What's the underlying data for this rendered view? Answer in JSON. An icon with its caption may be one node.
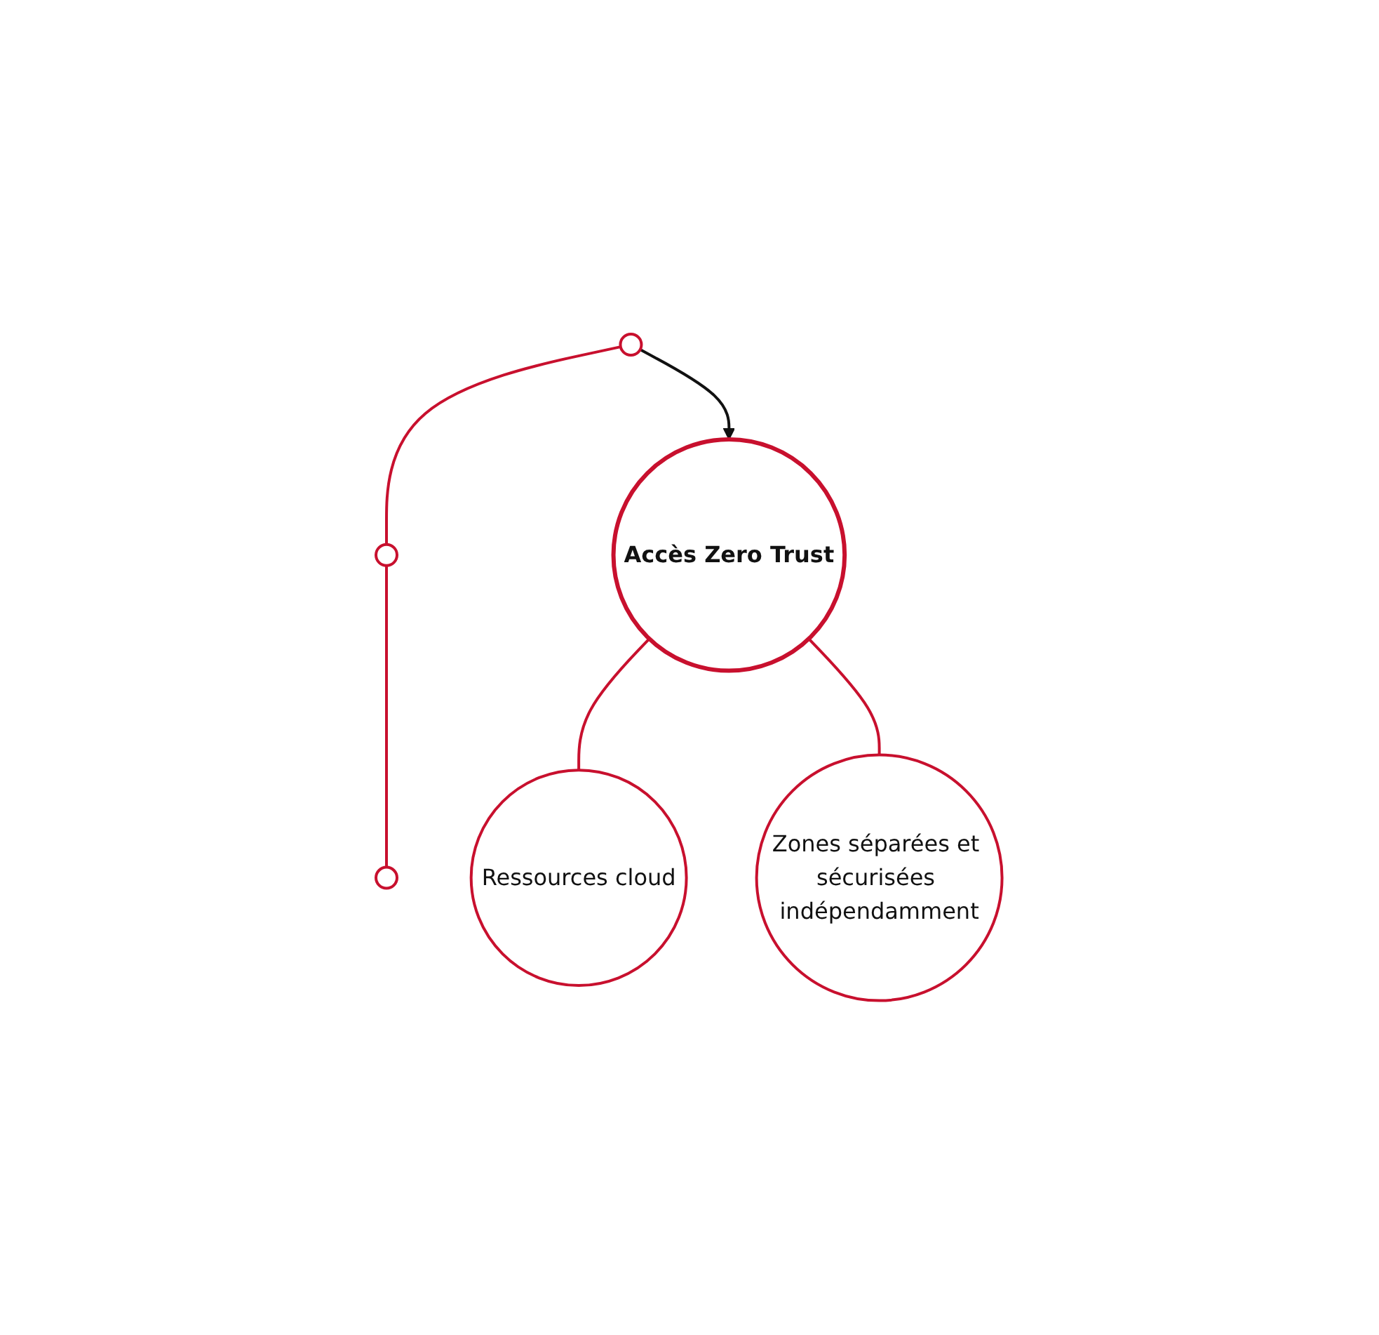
{
  "diagram": {
    "nodes": [
      {
        "text": [],
        "shape": "circle"
      },
      {
        "text": [],
        "shape": "circle"
      },
      {
        "text": [],
        "shape": "circle"
      },
      {
        "text": [
          "Accès Zero Trust"
        ]
      },
      {
        "text": [
          "Ressources cloud"
        ]
      },
      {
        "text": [
          "Zones séparées et sécurisées indépendamment"
        ]
      }
    ],
    "edges": [
      {
        "from": 1,
        "to": 2,
        "arrow": "none"
      },
      {
        "from": 2,
        "to": 0,
        "arrow": "none"
      },
      {
        "from": 1,
        "to": 3,
        "arrow": "to",
        "color": "#111111"
      },
      {
        "from": 3,
        "to": 4,
        "arrow": "none"
      },
      {
        "from": 3,
        "to": 5,
        "arrow": "none"
      }
    ]
  }
}
